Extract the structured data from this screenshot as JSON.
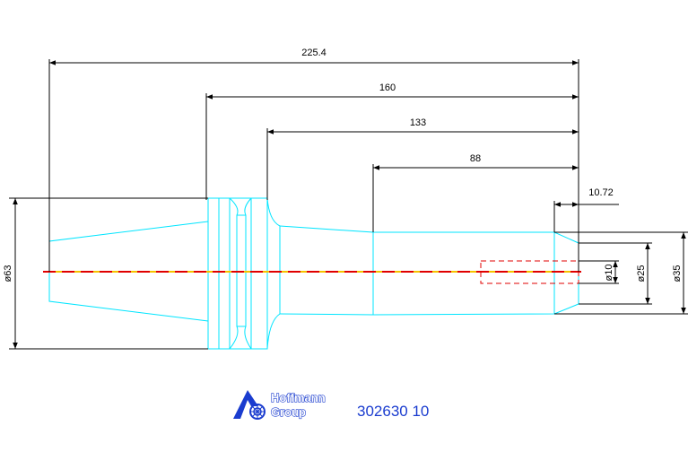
{
  "dimensions": {
    "overall_length": "225.4",
    "length_160": "160",
    "length_133": "133",
    "length_88": "88",
    "length_10_72": "10.72",
    "diameter_63": "ø63",
    "diameter_10": "ø10",
    "diameter_25": "ø25",
    "diameter_35": "ø35"
  },
  "logo": {
    "line1": "Hoffmann",
    "line2": "Group"
  },
  "part_number": "302630 10",
  "colors": {
    "outline": "#00e5ff",
    "dimension": "#000000",
    "centerline_yellow": "#f5c400",
    "centerline_red": "#e00000",
    "hidden_bore": "#e00000",
    "brand": "#1a3ccf"
  }
}
